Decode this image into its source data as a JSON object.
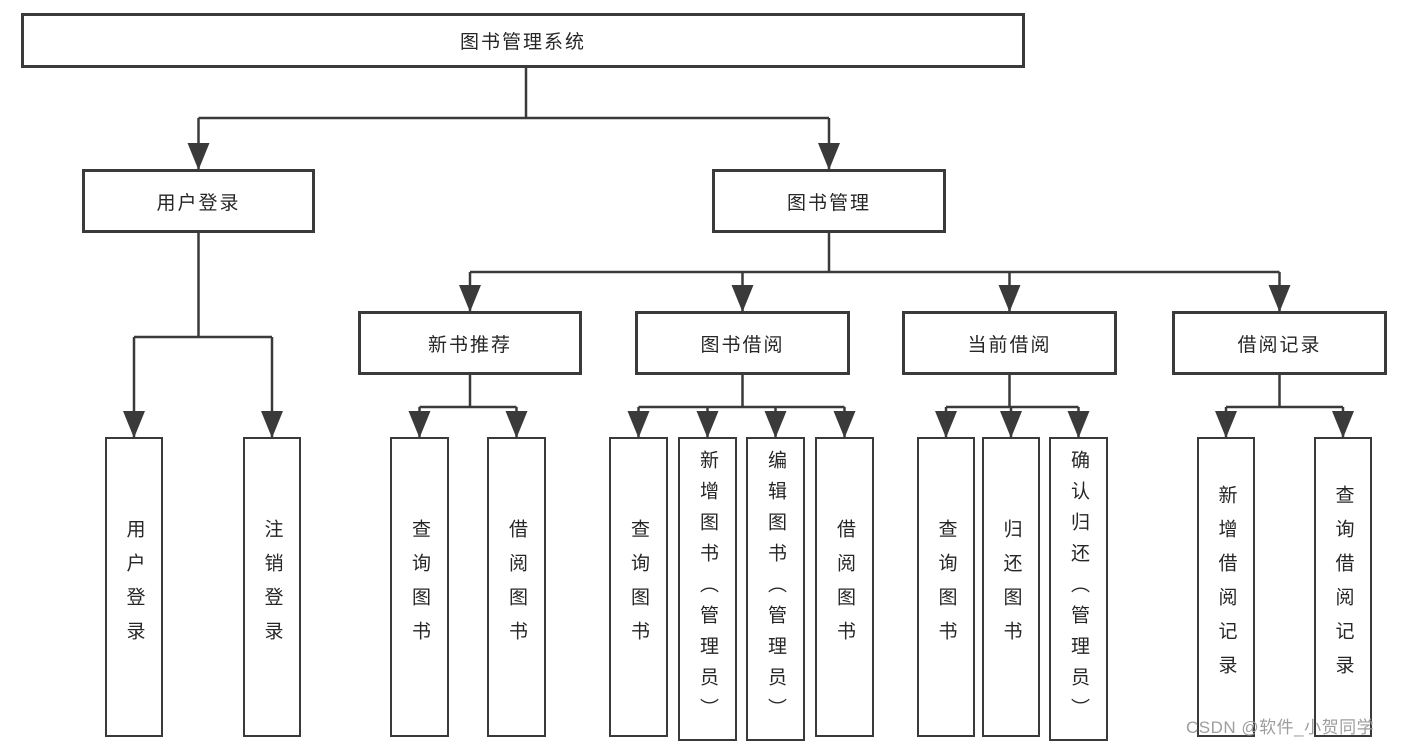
{
  "diagram_title": "图书管理系统",
  "tree": {
    "root": {
      "label": "图书管理系统"
    },
    "user_login": {
      "label": "用户登录",
      "children": {
        "login": {
          "label": "用户登录"
        },
        "logout": {
          "label": "注销登录"
        }
      }
    },
    "book_mgmt": {
      "label": "图书管理",
      "children": {
        "new_book": {
          "label": "新书推荐",
          "children": {
            "query": {
              "label": "查询图书"
            },
            "borrow": {
              "label": "借阅图书"
            }
          }
        },
        "book_borrow": {
          "label": "图书借阅",
          "children": {
            "query": {
              "label": "查询图书"
            },
            "add": {
              "label": "新增图书（管理员）"
            },
            "edit": {
              "label": "编辑图书（管理员）"
            },
            "borrow": {
              "label": "借阅图书"
            }
          }
        },
        "current_borrow": {
          "label": "当前借阅",
          "children": {
            "query": {
              "label": "查询图书"
            },
            "return": {
              "label": "归还图书"
            },
            "confirm": {
              "label": "确认归还（管理员）"
            }
          }
        },
        "borrow_records": {
          "label": "借阅记录",
          "children": {
            "add": {
              "label": "新增借阅记录"
            },
            "query": {
              "label": "查询借阅记录"
            }
          }
        }
      }
    }
  },
  "watermark": {
    "text": "CSDN @软件_小贺同学"
  },
  "colors": {
    "line": "#3a3a3a",
    "text": "#262626",
    "box_background": "#ffffff",
    "page_background": "#ffffff",
    "watermark": "#9e9e9e"
  }
}
